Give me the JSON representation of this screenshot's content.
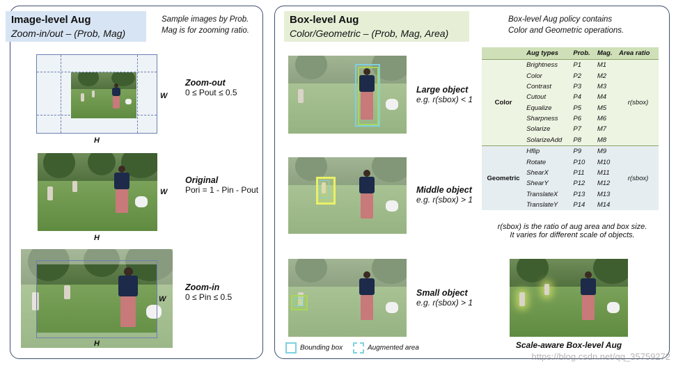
{
  "left": {
    "title": "Image-level Aug",
    "subtitle": "Zoom-in/out – (Prob, Mag)",
    "note_line1": "Sample images by Prob.",
    "note_line2": "Mag is for zooming ratio.",
    "zoom_out": {
      "name": "Zoom-out",
      "formula": "0 ≤ Pout ≤ 0.5"
    },
    "original": {
      "name": "Original",
      "formula": "Pori = 1 - Pin - Pout"
    },
    "zoom_in": {
      "name": "Zoom-in",
      "formula": "0 ≤ Pin ≤ 0.5"
    },
    "w_label": "W",
    "h_label": "H"
  },
  "right": {
    "title": "Box-level Aug",
    "subtitle": "Color/Geometric – (Prob, Mag, Area)",
    "note_line1": "Box-level Aug policy contains",
    "note_line2": "Color and Geometric operations.",
    "large": {
      "name": "Large object",
      "formula": "e.g. r(sbox) < 1"
    },
    "middle": {
      "name": "Middle object",
      "formula": "e.g. r(sbox) > 1"
    },
    "small": {
      "name": "Small object",
      "formula": "e.g. r(sbox) > 1"
    },
    "caption_line1": "r(sbox) is the ratio of aug area and box size.",
    "caption_line2": "It varies for different scale of objects.",
    "bottom_caption": "Scale-aware Box-level Aug",
    "legend_bbox": "Bounding box",
    "legend_aug": "Augmented area"
  },
  "table": {
    "headers": [
      "",
      "Aug types",
      "Prob.",
      "Mag.",
      "Area ratio"
    ],
    "color_group": "Color",
    "geo_group": "Geometric",
    "area_ratio_value": "r(sbox)",
    "color_rows": [
      {
        "type": "Brightness",
        "prob": "P1",
        "mag": "M1"
      },
      {
        "type": "Color",
        "prob": "P2",
        "mag": "M2"
      },
      {
        "type": "Contrast",
        "prob": "P3",
        "mag": "M3"
      },
      {
        "type": "Cutout",
        "prob": "P4",
        "mag": "M4"
      },
      {
        "type": "Equalize",
        "prob": "P5",
        "mag": "M5"
      },
      {
        "type": "Sharpness",
        "prob": "P6",
        "mag": "M6"
      },
      {
        "type": "Solarize",
        "prob": "P7",
        "mag": "M7"
      },
      {
        "type": "SolarizeAdd",
        "prob": "P8",
        "mag": "M8"
      }
    ],
    "geo_rows": [
      {
        "type": "Hflip",
        "prob": "P9",
        "mag": "M9"
      },
      {
        "type": "Rotate",
        "prob": "P10",
        "mag": "M10"
      },
      {
        "type": "ShearX",
        "prob": "P11",
        "mag": "M11"
      },
      {
        "type": "ShearY",
        "prob": "P12",
        "mag": "M12"
      },
      {
        "type": "TranslateX",
        "prob": "P13",
        "mag": "M13"
      },
      {
        "type": "TranslateY",
        "prob": "P14",
        "mag": "M14"
      }
    ]
  },
  "watermark": "https://blog.csdn.net/qq_35759272",
  "colors": {
    "left_title_bg": "#d7e4f3",
    "right_title_bg": "#e6efd6",
    "panel_border": "#3f4f70",
    "bbox": "#7fd0e0",
    "aug_area": "#e8f06a"
  }
}
